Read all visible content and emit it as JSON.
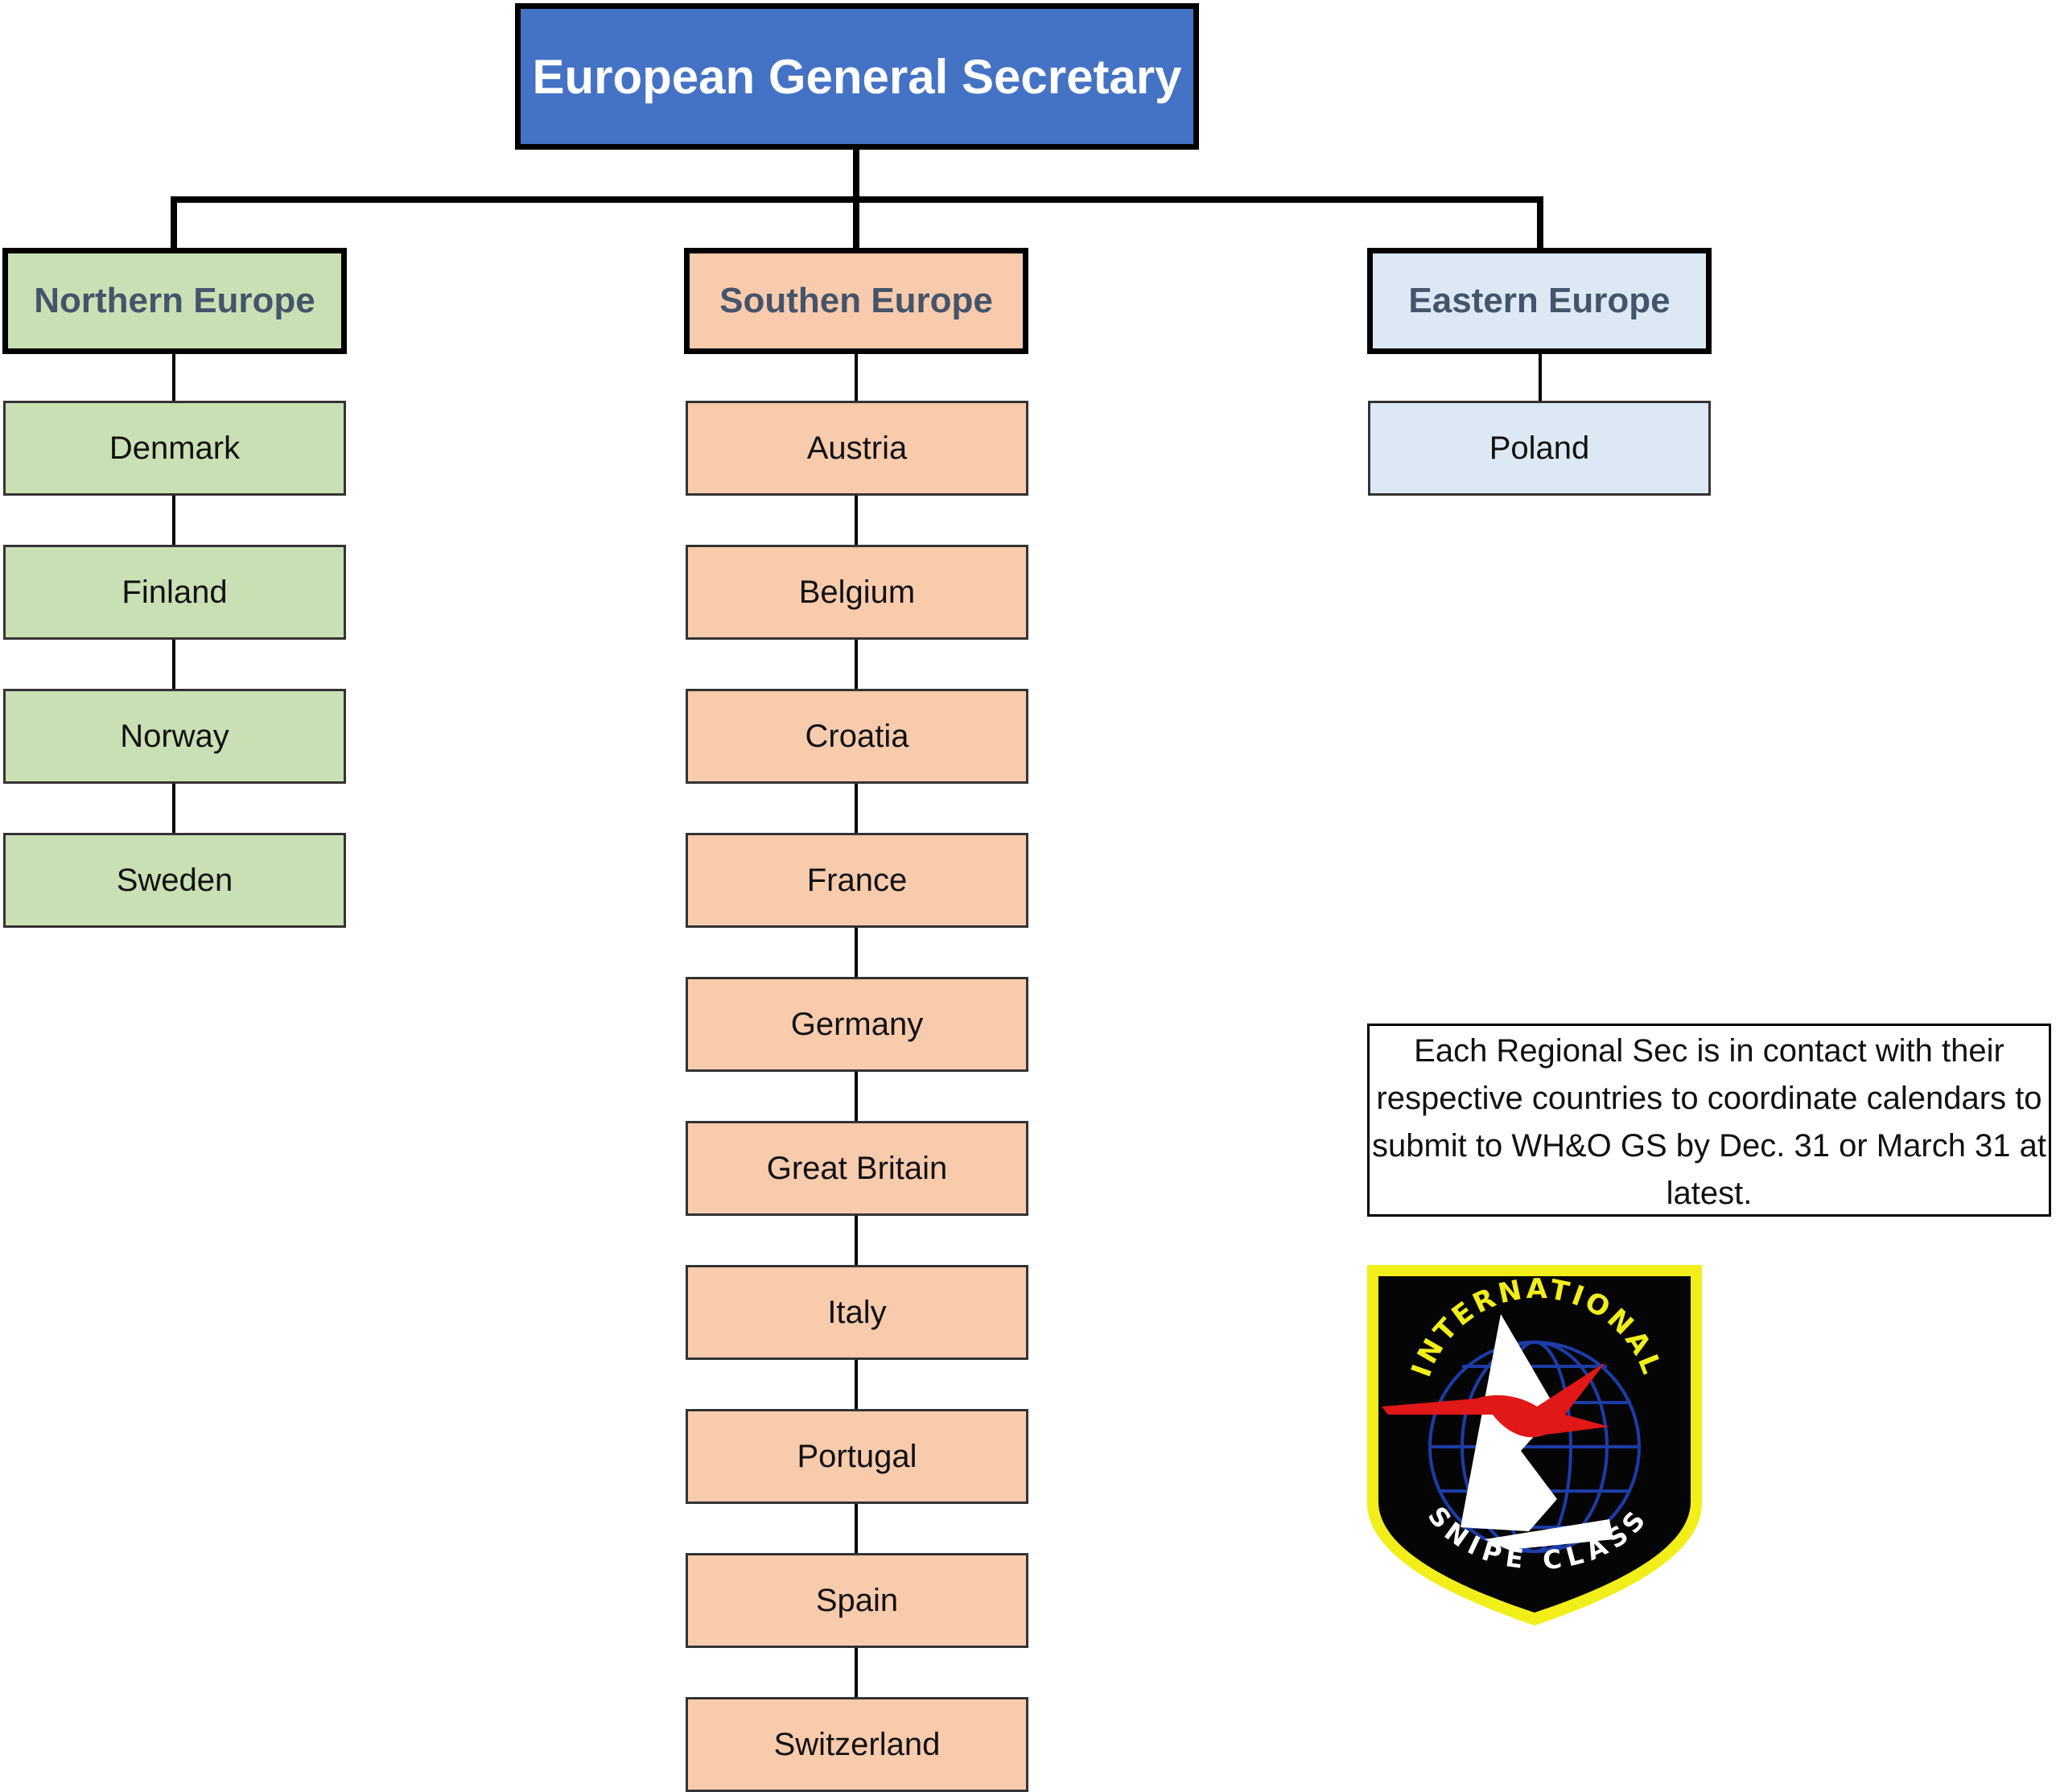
{
  "title": "European General Secretary",
  "regions": [
    {
      "name": "Northern Europe",
      "countries": [
        "Denmark",
        "Finland",
        "Norway",
        "Sweden"
      ]
    },
    {
      "name": "Southen Europe",
      "countries": [
        "Austria",
        "Belgium",
        "Croatia",
        "France",
        "Germany",
        "Great Britain",
        "Italy",
        "Portugal",
        "Spain",
        "Switzerland"
      ]
    },
    {
      "name": "Eastern Europe",
      "countries": [
        "Poland"
      ]
    }
  ],
  "note": "Each Regional Sec is in contact with their respective countries to coordinate calendars to submit to WH&O GS by Dec. 31 or March 31 at latest.",
  "logo": {
    "top_text": "INTERNATIONAL",
    "bottom_text": "SNIPE CLASS"
  },
  "colors": {
    "top": "#4472c4",
    "northern": "#c9e0b4",
    "southern": "#f8cbad",
    "eastern": "#dce9f5",
    "region_text": "#44546a"
  }
}
